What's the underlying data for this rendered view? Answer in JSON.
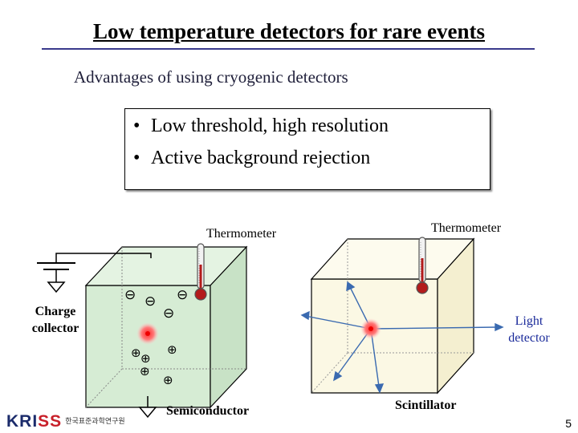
{
  "slide": {
    "title": "Low temperature detectors for rare events",
    "subtitle": "Advantages of using cryogenic detectors",
    "bullets": [
      "Low threshold, high resolution",
      "Active background rejection"
    ],
    "page_number": "5"
  },
  "left_diagram": {
    "thermometer_label": "Thermometer",
    "charge_collector_label_line1": "Charge",
    "charge_collector_label_line2": "collector",
    "material_label": "Semiconductor",
    "box_color": "#d6ecd4",
    "electron_symbol": "⊖",
    "hole_symbol": "⊕"
  },
  "right_diagram": {
    "thermometer_label": "Thermometer",
    "light_detector_label_line1": "Light",
    "light_detector_label_line2": "detector",
    "material_label": "Scintillator",
    "box_color": "#fbf8e4",
    "ray_color": "#3a6ab0"
  },
  "logo": {
    "text_main_1": "KRI",
    "text_main_2": "SS",
    "text_korean": "한국표준과학연구원"
  }
}
